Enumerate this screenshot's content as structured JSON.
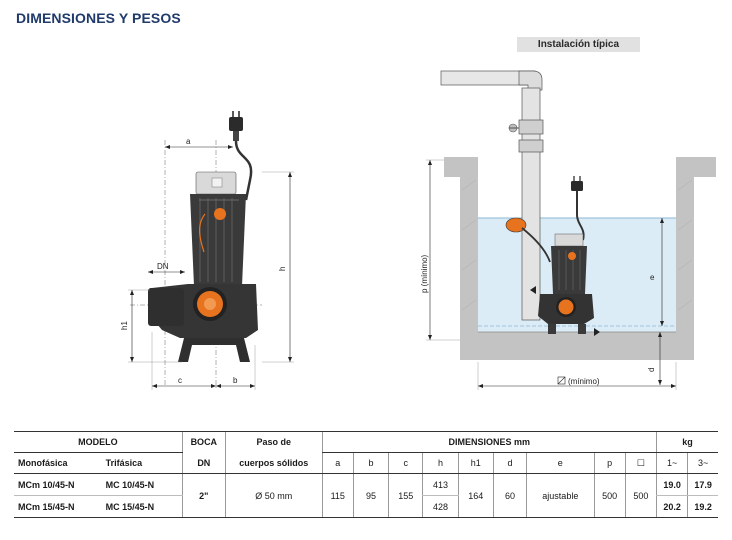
{
  "header": {
    "title": "DIMENSIONES Y PESOS"
  },
  "installation": {
    "label": "Instalación típica"
  },
  "pump_drawing": {
    "dim_labels": {
      "a": "a",
      "dn": "DN",
      "h": "h",
      "h1": "h1",
      "c": "c",
      "b": "b"
    }
  },
  "install_drawing": {
    "dim_labels": {
      "p": "p  (mínimo)",
      "e": "e",
      "d": "d",
      "square": "(mínimo)"
    }
  },
  "colors": {
    "pump_body": "#3a3a3a",
    "accent": "#e8731f",
    "water": "#dbecf6",
    "title": "#1f3a6b"
  },
  "table": {
    "headers": {
      "modelo": "MODELO",
      "boca": "BOCA",
      "paso_line1": "Paso de",
      "paso_line2": "cuerpos sólidos",
      "dimensiones": "DIMENSIONES mm",
      "kg": "kg",
      "monofasica": "Monofásica",
      "trifasica": "Trifásica",
      "dn": "DN",
      "a": "a",
      "b": "b",
      "c": "c",
      "h": "h",
      "h1": "h1",
      "d": "d",
      "e": "e",
      "p": "p",
      "square": "☐",
      "kg1": "1~",
      "kg3": "3~"
    },
    "rows": [
      {
        "mono": "MCm 10/45-N",
        "tri": "MC 10/45-N",
        "h": "413",
        "kg1": "19.0",
        "kg3": "17.9"
      },
      {
        "mono": "MCm 15/45-N",
        "tri": "MC 15/45-N",
        "h": "428",
        "kg1": "20.2",
        "kg3": "19.2"
      }
    ],
    "shared": {
      "boca": "2\"",
      "paso": "Ø 50 mm",
      "a": "115",
      "b": "95",
      "c": "155",
      "h1": "164",
      "d": "60",
      "e": "ajustable",
      "p": "500",
      "square": "500"
    }
  }
}
